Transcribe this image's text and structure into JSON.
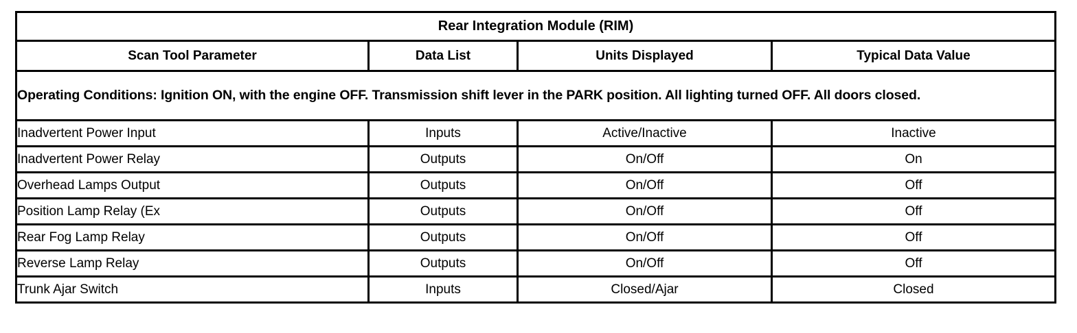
{
  "table": {
    "title": "Rear Integration Module (RIM)",
    "columns": [
      "Scan Tool Parameter",
      "Data List",
      "Units Displayed",
      "Typical Data Value"
    ],
    "operating_conditions": "Operating Conditions: Ignition ON, with the engine OFF. Transmission shift lever in the PARK position. All lighting turned OFF. All doors closed.",
    "rows": [
      {
        "parameter": "Inadvertent Power Input",
        "data_list": "Inputs",
        "units_displayed": "Active/Inactive",
        "typical_data_value": "Inactive"
      },
      {
        "parameter": "Inadvertent Power Relay",
        "data_list": "Outputs",
        "units_displayed": "On/Off",
        "typical_data_value": "On"
      },
      {
        "parameter": "Overhead Lamps Output",
        "data_list": "Outputs",
        "units_displayed": "On/Off",
        "typical_data_value": "Off"
      },
      {
        "parameter": "Position Lamp Relay (Ex",
        "data_list": "Outputs",
        "units_displayed": "On/Off",
        "typical_data_value": "Off"
      },
      {
        "parameter": "Rear Fog Lamp Relay",
        "data_list": "Outputs",
        "units_displayed": "On/Off",
        "typical_data_value": "Off"
      },
      {
        "parameter": "Reverse Lamp Relay",
        "data_list": "Outputs",
        "units_displayed": "On/Off",
        "typical_data_value": "Off"
      },
      {
        "parameter": "Trunk Ajar Switch",
        "data_list": "Inputs",
        "units_displayed": "Closed/Ajar",
        "typical_data_value": "Closed"
      }
    ]
  },
  "colors": {
    "border": "#000000",
    "text": "#000000",
    "background": "#ffffff"
  }
}
